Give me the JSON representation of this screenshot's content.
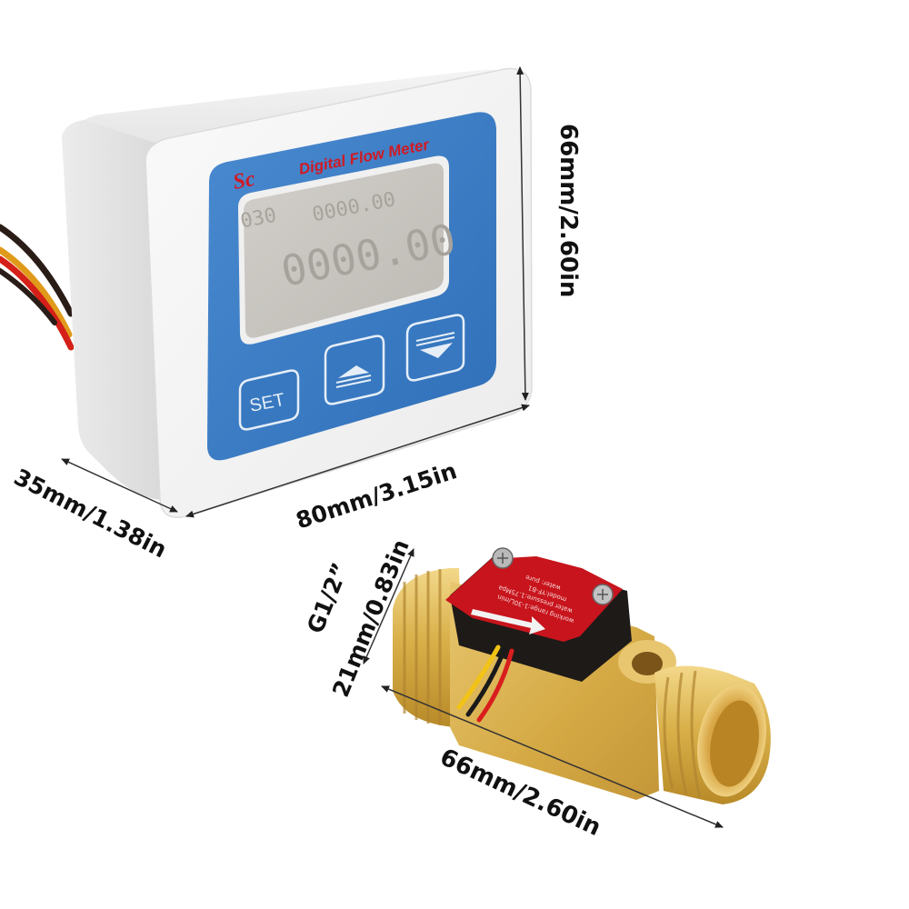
{
  "meter": {
    "brand_mark": "Sc",
    "title": "Digital Flow Meter",
    "lcd": {
      "top_left": "030",
      "top_right": "0000.00",
      "main": "0000.00"
    },
    "buttons": [
      {
        "label": "SET"
      },
      {
        "label": "up"
      },
      {
        "label": "down"
      }
    ],
    "colors": {
      "panel_blue": "#3a7cc4",
      "housing": "#eeeeee",
      "lcd_bg": "#c9c6c0",
      "title_red": "#d01a24"
    },
    "wires": [
      "#2a1c16",
      "#e09a1a",
      "#d42018"
    ]
  },
  "sensor": {
    "label_color": "#c8141c",
    "label_lines": [
      "working range:1-30L/min",
      "water pressure:1.75Mpa",
      "model:YF-B1",
      "water: pure"
    ],
    "brass_color": "#d8b04a",
    "wires": [
      "#f2c316",
      "#1a1a1a",
      "#d91e1e"
    ]
  },
  "dimensions": {
    "meter_height": "66mm/2.60in",
    "meter_width": "80mm/3.15in",
    "meter_depth": "35mm/1.38in",
    "thread": "G1/2”",
    "sensor_diameter": "21mm/0.83in",
    "sensor_length": "66mm/2.60in"
  }
}
